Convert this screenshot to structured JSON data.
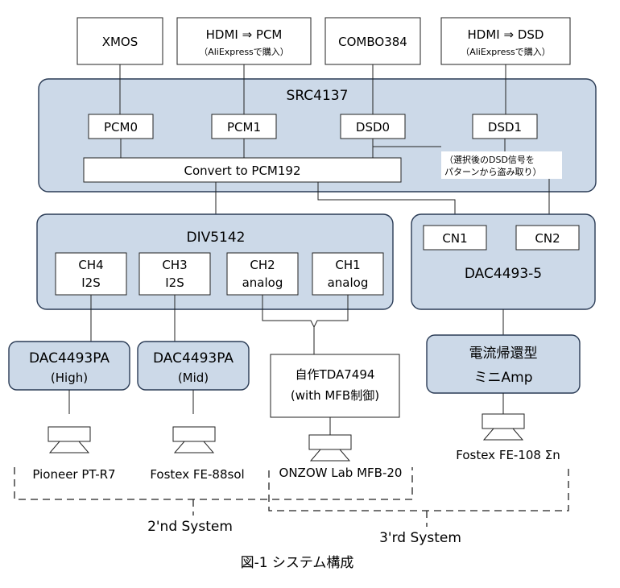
{
  "sources": {
    "xmos": "XMOS",
    "hdmi_pcm": "HDMI  ⇒  PCM",
    "hdmi_pcm_note": "（AliExpressで購入）",
    "combo": "COMBO384",
    "hdmi_dsd": "HDMI  ⇒  DSD",
    "hdmi_dsd_note": "（AliExpressで購入）"
  },
  "src4137": {
    "title": "SRC4137",
    "pcm0": "PCM0",
    "pcm1": "PCM1",
    "dsd0": "DSD0",
    "dsd1": "DSD1",
    "convert": "Convert to PCM192",
    "note_line1": "（選択後のDSD信号を",
    "note_line2": "パターンから盗み取り）"
  },
  "div5142": {
    "title": "DIV5142",
    "ch4": [
      "CH4",
      "I2S"
    ],
    "ch3": [
      "CH3",
      "I2S"
    ],
    "ch2": [
      "CH2",
      "analog"
    ],
    "ch1": [
      "CH1",
      "analog"
    ]
  },
  "dac44935": {
    "title": "DAC4493-5",
    "cn1": "CN1",
    "cn2": "CN2"
  },
  "amps": {
    "dac_high_title": "DAC4493PA",
    "dac_high_sub": "(High)",
    "dac_mid_title": "DAC4493PA",
    "dac_mid_sub": "(Mid)",
    "tda_line1": "自作TDA7494",
    "tda_line2": "(with MFB制御)",
    "mini_line1": "電流帰還型",
    "mini_line2": "ミニAmp"
  },
  "speakers": {
    "pioneer": "Pioneer PT-R7",
    "fostex88": "Fostex FE-88sol",
    "onzow": "ONZOW Lab MFB-20",
    "fostex108": "Fostex FE-108 Σn"
  },
  "systems": {
    "second": "2'nd System",
    "third": "3'rd System"
  },
  "caption": "図-1 システム構成",
  "colors": {
    "module_fill": "#ccd9e8",
    "module_stroke": "#2a3b55"
  }
}
